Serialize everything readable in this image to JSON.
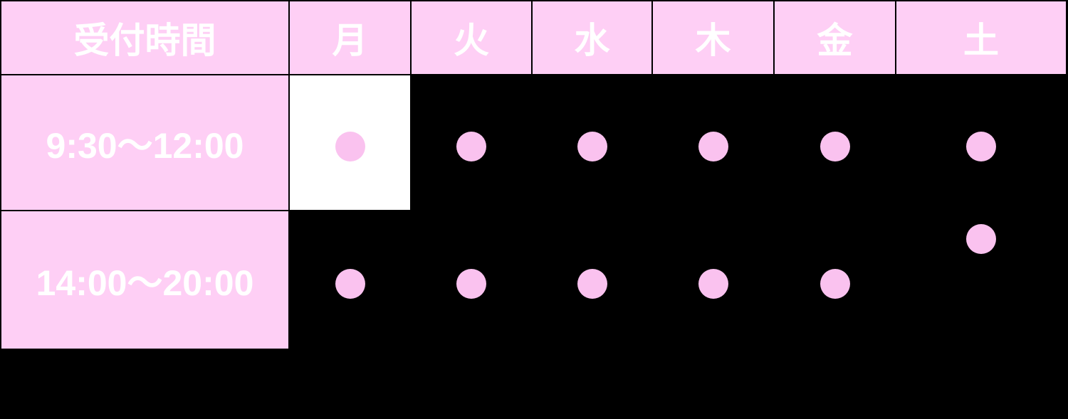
{
  "table": {
    "corner_header": "受付時間",
    "day_headers": [
      {
        "key": "mon",
        "label": "月"
      },
      {
        "key": "tue",
        "label": "火"
      },
      {
        "key": "wed",
        "label": "水"
      },
      {
        "key": "thu",
        "label": "木"
      },
      {
        "key": "fri",
        "label": "金"
      },
      {
        "key": "sat",
        "label": "土"
      }
    ],
    "rows": [
      {
        "time": "9:30〜12:00",
        "cells": [
          {
            "day": "mon",
            "open": true,
            "white_bg": true
          },
          {
            "day": "tue",
            "open": true
          },
          {
            "day": "wed",
            "open": true
          },
          {
            "day": "thu",
            "open": true
          },
          {
            "day": "fri",
            "open": true
          },
          {
            "day": "sat",
            "open": true
          }
        ]
      },
      {
        "time": "14:00〜20:00",
        "cells": [
          {
            "day": "mon",
            "open": true
          },
          {
            "day": "tue",
            "open": true
          },
          {
            "day": "wed",
            "open": true
          },
          {
            "day": "thu",
            "open": true
          },
          {
            "day": "fri",
            "open": true
          },
          {
            "day": "sat",
            "open": true,
            "raised": true
          }
        ]
      }
    ]
  },
  "colors": {
    "background": "#000000",
    "cell_pink": "#fecff5",
    "circle_pink": "#fac2ef",
    "text_white": "#ffffff",
    "highlight_cell_white": "#ffffff"
  }
}
